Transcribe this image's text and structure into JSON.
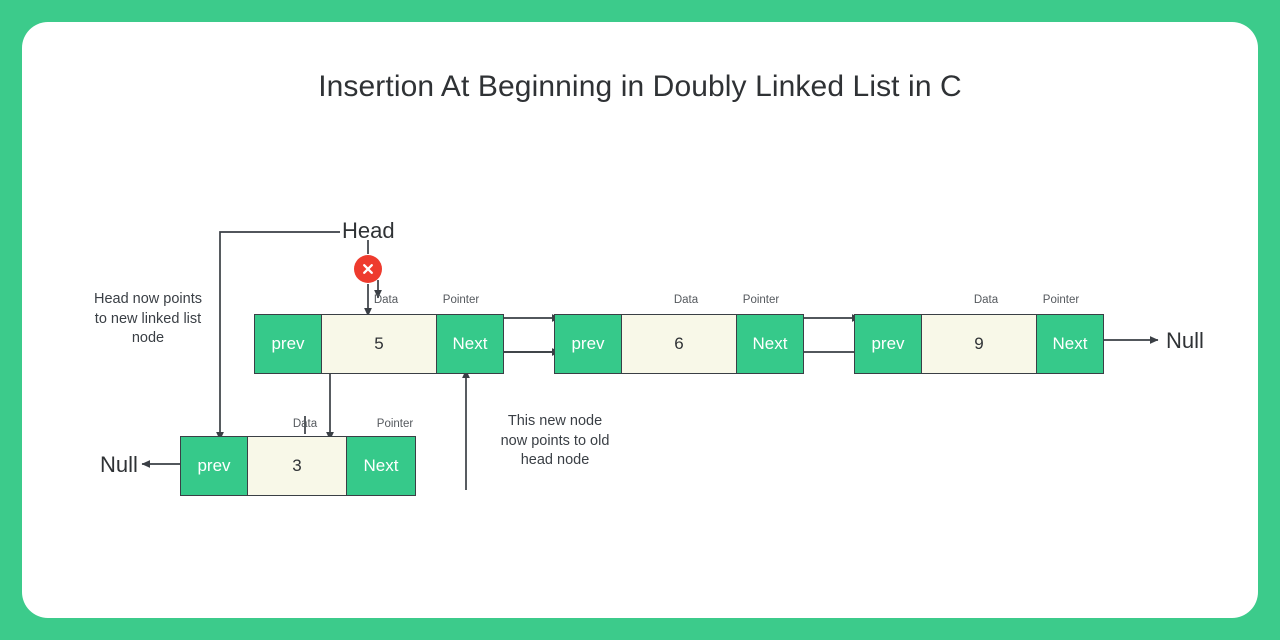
{
  "page": {
    "title": "Insertion At Beginning in Doubly Linked List in C",
    "frame_color": "#3ccb8b",
    "card_color": "#ffffff"
  },
  "colors": {
    "node_green": "#36c98a",
    "node_cream": "#f8f8e8",
    "node_border": "#3a3f45",
    "badge_red": "#ee3b2e",
    "text": "#2f3235"
  },
  "labels": {
    "prev": "prev",
    "next": "Next",
    "data_caption": "Data",
    "pointer_caption": "Pointer",
    "head": "Head",
    "null_right": "Null",
    "null_left": "Null"
  },
  "nodes": [
    {
      "id": "node-5",
      "value": "5",
      "prev": "prev",
      "next": "Next",
      "data_caption": "Data",
      "pointer_caption": "Pointer"
    },
    {
      "id": "node-6",
      "value": "6",
      "prev": "prev",
      "next": "Next",
      "data_caption": "Data",
      "pointer_caption": "Pointer"
    },
    {
      "id": "node-9",
      "value": "9",
      "prev": "prev",
      "next": "Next",
      "data_caption": "Data",
      "pointer_caption": "Pointer"
    },
    {
      "id": "node-3-new",
      "value": "3",
      "prev": "prev",
      "next": "Next",
      "data_caption": "Data",
      "pointer_caption": "Pointer"
    }
  ],
  "annotations": {
    "head_note": "Head now points\nto new linked list\nnode",
    "new_node_note": "This new node\nnow points to old\nhead node",
    "badge_icon": "x-mark-icon"
  },
  "chart_data": {
    "type": "diagram",
    "structure": "doubly-linked-list",
    "operation": "insertion-at-beginning",
    "existing_list": [
      "5",
      "6",
      "9"
    ],
    "inserted_node": "3",
    "head_points_to": "3",
    "tail_next": "Null",
    "new_node_prev": "Null"
  }
}
